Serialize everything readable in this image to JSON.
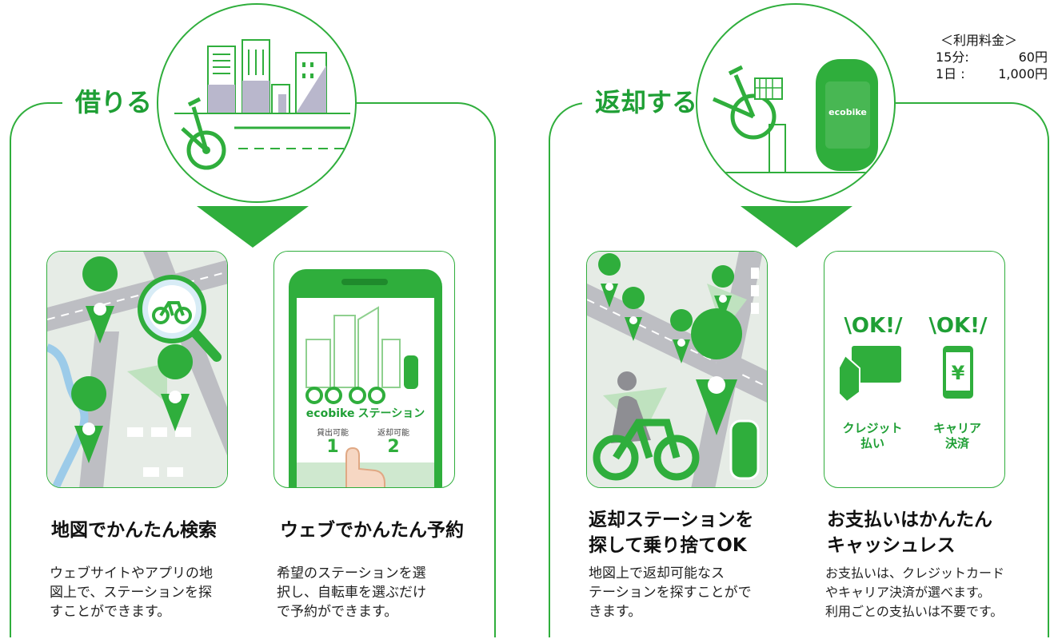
{
  "pricing": {
    "heading": "＜利用料金＞",
    "rows": [
      {
        "label": "15分:",
        "value": "60円"
      },
      {
        "label": "1日 :",
        "value": "1,000円"
      }
    ]
  },
  "rent": {
    "title": "借りる",
    "cards": [
      {
        "title": "地図でかんたん検索",
        "desc": [
          "ウェブサイトやアプリの地",
          "図上で、ステーションを探",
          "すことができます。"
        ]
      },
      {
        "title": "ウェブでかんたん予約",
        "desc": [
          "希望のステーションを選",
          "択し、自転車を選ぶだけ",
          "で予約ができます。"
        ],
        "phone": {
          "station_label": "ステーション",
          "rent_label": "貸出可能",
          "rent_count": "1",
          "return_label": "返却可能",
          "return_count": "2"
        }
      }
    ]
  },
  "return": {
    "title": "返却する",
    "cards": [
      {
        "title_lines": [
          "返却ステーションを",
          "探して乗り捨てOK"
        ],
        "desc": [
          "地図上で返却可能なス",
          "テーションを探すことがで",
          "きます。"
        ]
      },
      {
        "title_lines": [
          "お支払いはかんたん",
          "キャッシュレス"
        ],
        "desc": [
          "お支払いは、クレジットカード",
          "やキャリア決済が選べます。",
          "利用ごとの支払いは不要です。"
        ],
        "payment": {
          "ok": "\\OK!/",
          "credit": [
            "クレジット",
            "払い"
          ],
          "carrier": [
            "キャリア",
            "決済"
          ],
          "yen": "¥"
        }
      }
    ]
  },
  "brand": {
    "logo": "ecobike"
  },
  "colors": {
    "green": "#2fae3c",
    "dark_green": "#1f9f35",
    "map_bg": "#e6ece6",
    "road": "#bdbec3"
  }
}
